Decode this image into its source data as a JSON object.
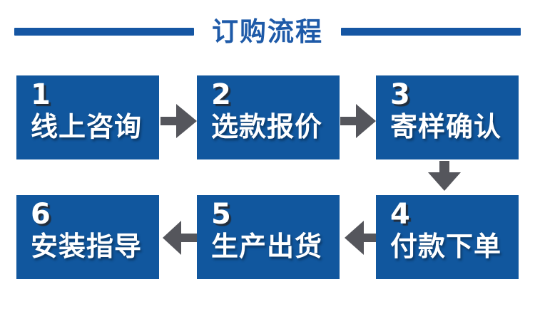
{
  "title": {
    "text": "订购流程"
  },
  "colors": {
    "box_blue": "#11579e",
    "title_blue": "#1e5aa8",
    "bar_blue": "#1556a3",
    "arrow_gray": "#55565c",
    "step_text": "#ffffff"
  },
  "steps": [
    {
      "num": "1",
      "label": "线上咨询"
    },
    {
      "num": "2",
      "label": "选款报价"
    },
    {
      "num": "3",
      "label": "寄样确认"
    },
    {
      "num": "4",
      "label": "付款下单"
    },
    {
      "num": "5",
      "label": "生产出货"
    },
    {
      "num": "6",
      "label": "安装指导"
    }
  ]
}
